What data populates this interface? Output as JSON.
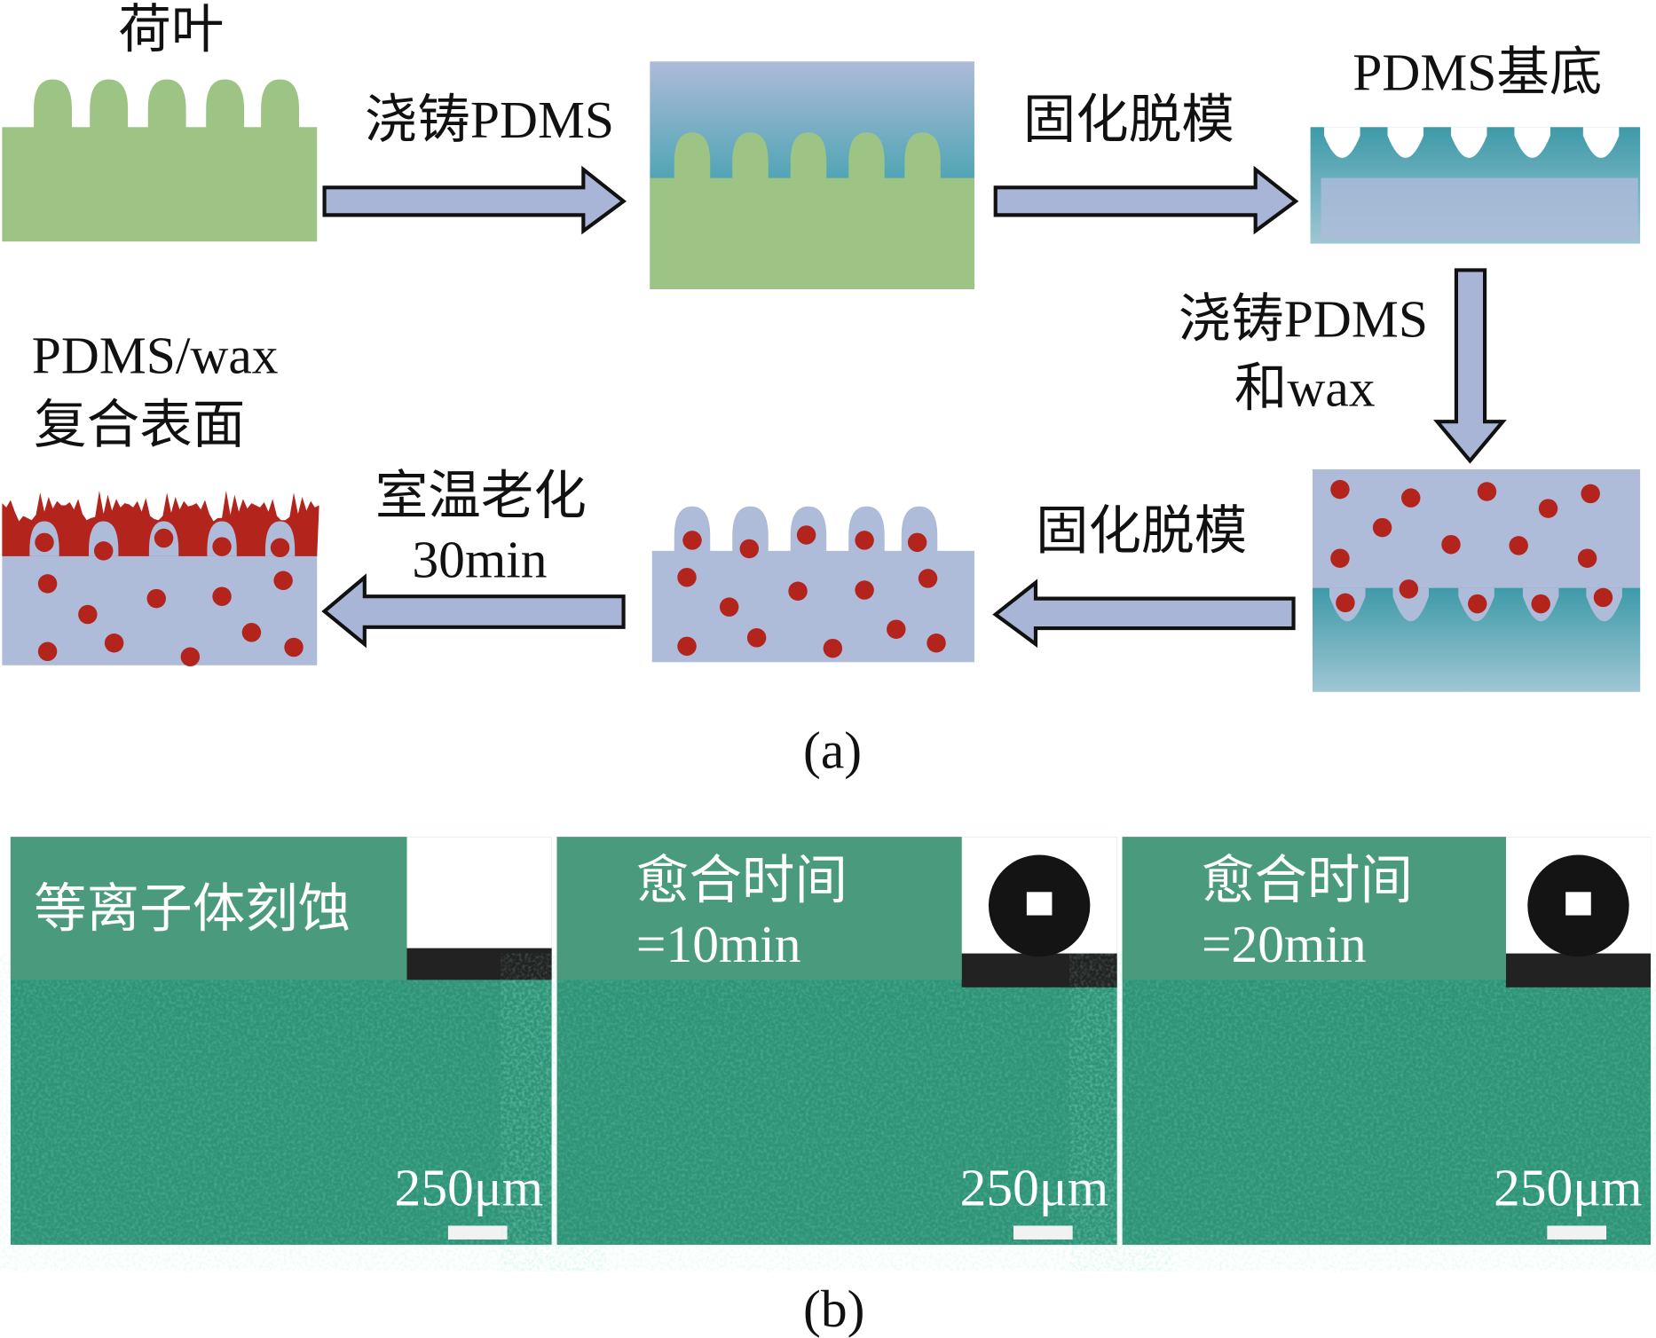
{
  "panel_a": {
    "lotus_leaf": "荷叶",
    "step1": "浇铸PDMS",
    "step2": "固化脱模",
    "pdms_substrate": "PDMS基底",
    "step3_line1": "浇铸PDMS",
    "step3_line2": "和wax",
    "step4": "固化脱模",
    "step5_line1": "室温老化",
    "step5_line2": "30min",
    "result_line1": "PDMS/wax",
    "result_line2": "复合表面",
    "caption": "(a)"
  },
  "panel_b": {
    "images": [
      {
        "label_line1": "等离子体刻蚀",
        "label_line2": "",
        "scale": "250μm"
      },
      {
        "label_line1": "愈合时间",
        "label_line2": "=10min",
        "scale": "250μm"
      },
      {
        "label_line1": "愈合时间",
        "label_line2": "=20min",
        "scale": "250μm"
      }
    ],
    "caption": "(b)"
  },
  "colors": {
    "leaf_green": "#9dc484",
    "pdms_blue": "#aebbd9",
    "pdms_teal": "#4aa3b2",
    "wax_red": "#b3241c",
    "micro_green": "#2f9477",
    "label_green": "#4a9a7d"
  }
}
